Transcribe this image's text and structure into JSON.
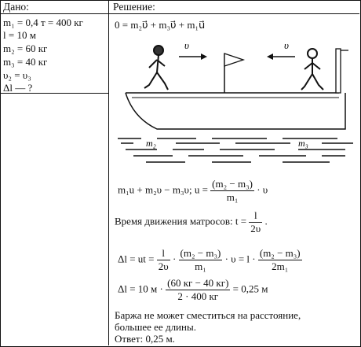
{
  "header": {
    "given_label": "Дано:",
    "solution_label": "Решение:"
  },
  "given": [
    "m₁ = 0,4 т = 400 кг",
    "l = 10 м",
    "m₂ = 60 кг",
    "m₃ = 40 кг",
    "υ₂ = υ₃",
    "Δl — ?"
  ],
  "solution": {
    "momentum_eq": "0 = m₂υ⃗ + m₃υ⃗ + m₁u⃗",
    "arrow_label_left": "υ⃗",
    "arrow_label_right": "υ⃗",
    "mass_label_left": "m₂",
    "mass_label_right": "m₃",
    "eq2_left": "m₁u + m₂υ − m₃υ; u =",
    "eq2_num": "(m₂ − m₃)",
    "eq2_den": "m₁",
    "eq2_tail": "· υ",
    "time_text": "Время движения матросов:  t =",
    "time_num": "l",
    "time_den": "2υ",
    "time_tail": ".",
    "dl_left": "Δl = ut =",
    "dl_f1_num": "l",
    "dl_f1_den": "2υ",
    "dl_mid": "·",
    "dl_f2_num": "(m₂ − m₃)",
    "dl_f2_den": "m₁",
    "dl_mid2": "· υ = l ·",
    "dl_f3_num": "(m₂ − m₃)",
    "dl_f3_den": "2m₁",
    "num_left": "Δl = 10 м ·",
    "num_num": "(60 кг − 40 кг)",
    "num_den": "2 · 400 кг",
    "num_result": "= 0,25 м",
    "conclusion_1": "Баржа не может сместиться на расстояние,",
    "conclusion_2": "большее ее длины.",
    "answer": "Ответ: 0,25 м."
  }
}
